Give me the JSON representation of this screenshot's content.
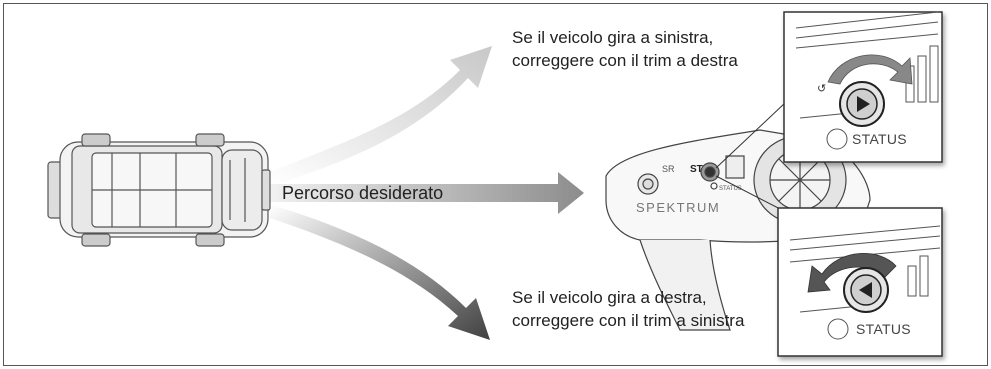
{
  "labels": {
    "top": "Se il veicolo gira a sinistra, correggere con il trim a destra",
    "middle": "Percorso desiderato",
    "bottom": "Se il veicolo gira a destra, correggere con il trim a sinistra"
  },
  "insets": {
    "top_status": "STATUS",
    "bottom_status": "STATUS"
  },
  "transmitter": {
    "brand": "SPEKTRUM",
    "st_label": "ST",
    "sr_label": "SR",
    "status_label": "STATUS"
  },
  "colors": {
    "arrow_light": "#dcdcdc",
    "arrow_mid": "#9a9a9a",
    "arrow_dark": "#4a4a4a",
    "line": "#333333"
  }
}
